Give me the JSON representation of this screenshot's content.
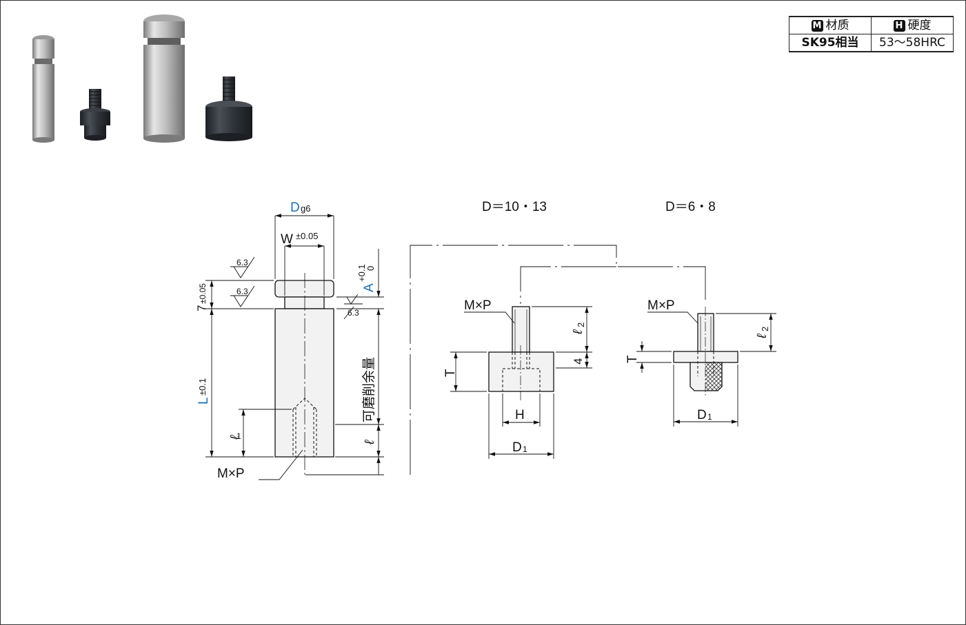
{
  "spec_table": {
    "material_badge": "M",
    "material_header": "材质",
    "hardness_badge": "H",
    "hardness_header": "硬度",
    "material_value": "SK95相当",
    "hardness_value": "53～58HRC"
  },
  "views": {
    "left_view": {
      "d_label": "D",
      "d_tolerance": "g6",
      "w_label": "W",
      "w_tolerance": "±0.05",
      "a_label": "A",
      "a_tol_upper": "+0.1",
      "a_tol_lower": "0",
      "dim_7": "7",
      "dim_7_tolerance": "±0.05",
      "l_label": "L",
      "l_tolerance": "±0.1",
      "roughness_1": "6.3",
      "roughness_2": "6.3",
      "roughness_3": "6.3",
      "grind_allowance": "可磨削余量",
      "l1_label": "ℓ",
      "l1_sub": "1",
      "ell_label": "ℓ",
      "mxp_label": "M×P"
    },
    "middle_view": {
      "title": "D＝10・13",
      "mxp_label": "M×P",
      "l2_label": "ℓ",
      "l2_sub": "2",
      "t_label": "T",
      "dim_4": "4",
      "h_label": "H",
      "d1_label": "D",
      "d1_sub": "1"
    },
    "right_view": {
      "title": "D＝6・8",
      "mxp_label": "M×P",
      "l2_label": "ℓ",
      "l2_sub": "2",
      "t_label": "T",
      "d1_label": "D",
      "d1_sub": "1"
    }
  },
  "colors": {
    "dimension_blue": "#1f6fb5",
    "line": "#111111",
    "part_fill": "#f2f2f2",
    "steel": "#b8b8b8",
    "black_oxide": "#2f3338"
  }
}
